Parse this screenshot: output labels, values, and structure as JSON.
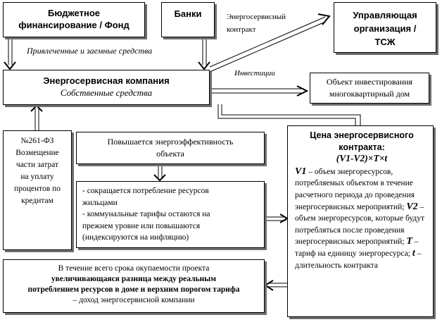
{
  "boxes": {
    "budget_line1": "Бюджетное",
    "budget_line2": "финансирование / Фонд",
    "banks": "Банки",
    "mgmt_line1": "Управляющая",
    "mgmt_line2": "организация /",
    "mgmt_line3": "ТСЖ",
    "esco_title": "Энергосервисная компания",
    "esco_sub": "Собственные средства",
    "object_line1": "Объект инвестирования",
    "object_line2": "многоквартирный дом",
    "law_lines": [
      "№261-ФЗ",
      "Возмещение",
      "части затрат",
      "на уплату",
      "процентов по",
      "кредитам"
    ],
    "efficiency_line1": "Повышается энергоэффективность",
    "efficiency_line2": "объекта",
    "effects": [
      "- сокращается потребление ресурсов",
      "жильцами",
      "- коммунальные тарифы остаются на",
      "прежнем уровне или повышаются",
      "(индексируются на инфляцию)"
    ],
    "bottom_line1": "В течение всего срока окупаемости проекта",
    "bottom_line2": "увеличивающаяся разница между реальным",
    "bottom_line3": "потреблением ресурсов в доме и верхним порогом тарифа",
    "bottom_line4": "– доход энергосервисной компании",
    "price_title1": "Цена энергосервисного",
    "price_title2": "контракта:",
    "price_formula": "(V1-V2)×T×t",
    "price_v1": "V1",
    "price_v1_text": " – объем энергоресурсов, потребляемых объектом в течение расчетного периода до проведения энергосервисных мероприятий; ",
    "price_v2": "V2",
    "price_v2_text": " – объем энергоресурсов, которые будут потребляться после проведения энергосервисных мероприятий; ",
    "price_t": "T",
    "price_t_text": " – тариф на единицу энергоресурса; ",
    "price_tt": "t",
    "price_tt_text": " – длительность контракта"
  },
  "labels": {
    "attracted": "Привлеченные и заемные средства",
    "contract_line1": "Энергосервисный",
    "contract_line2": "контракт",
    "investments": "Инвестиции"
  }
}
